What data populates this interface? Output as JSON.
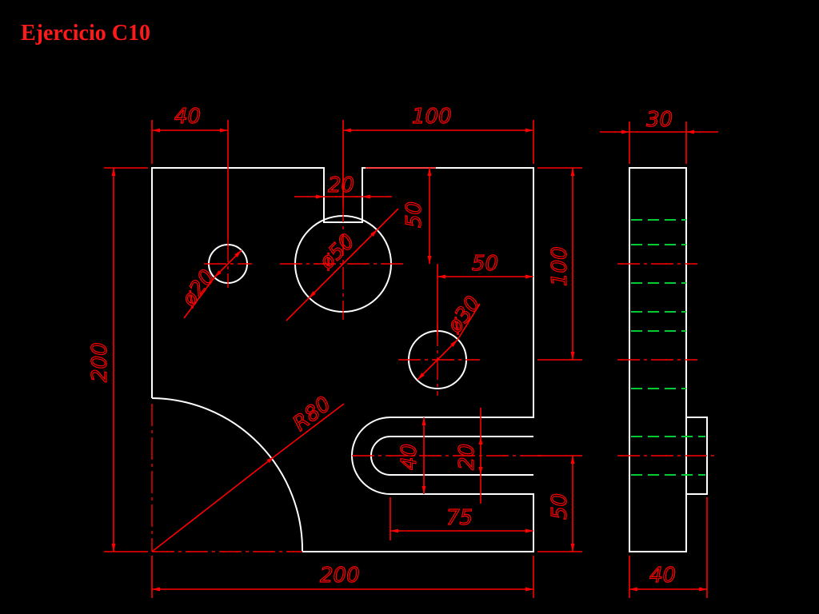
{
  "title": "Ejercicio C10",
  "colors": {
    "background": "#000000",
    "title": "#ff1a1a",
    "geometry": "#ffffff",
    "dimensions": "#ff0000",
    "hidden_lines": "#00cc33"
  },
  "dimensions": {
    "top_40": "40",
    "top_100": "100",
    "slot_width_20": "20",
    "slot_depth_50": "50",
    "diam_50": "ø50",
    "diam_20": "ø20",
    "right_offset_50": "50",
    "right_height_100": "100",
    "diam_30": "ø30",
    "height_200": "200",
    "radius_80": "R80",
    "slot_40": "40",
    "slot_20": "20",
    "slot_length_75": "75",
    "bottom_right_50": "50",
    "bottom_200": "200",
    "side_width_30": "30",
    "side_width_40": "40"
  }
}
